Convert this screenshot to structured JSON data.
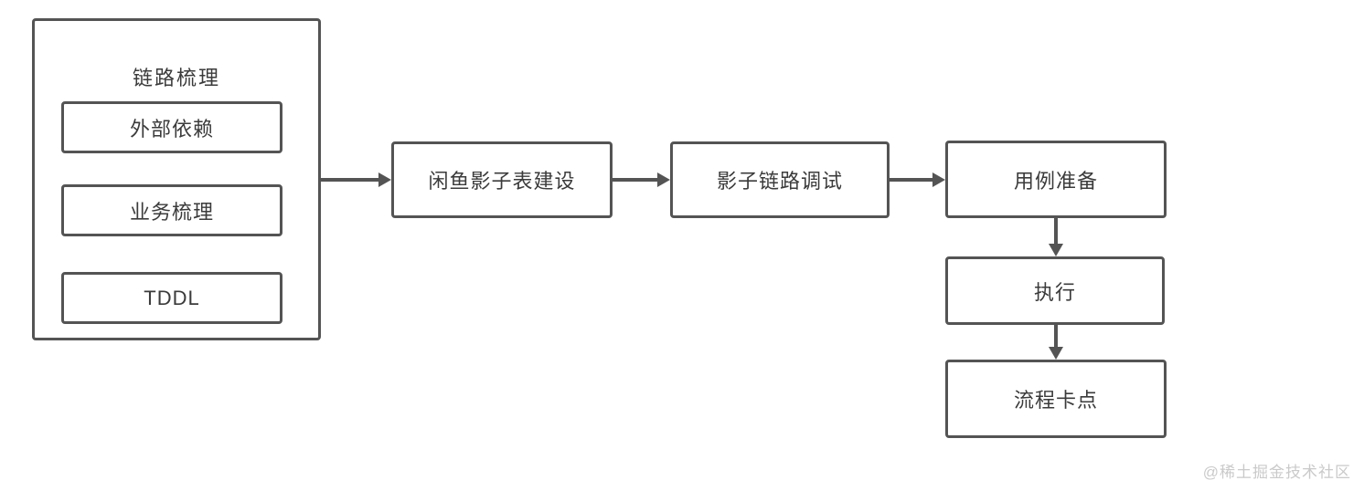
{
  "diagram": {
    "group": {
      "title": "链路梳理",
      "items": [
        {
          "label": "外部依赖"
        },
        {
          "label": "业务梳理"
        },
        {
          "label": "TDDL"
        }
      ]
    },
    "nodes": {
      "shadow_table": "闲鱼影子表建设",
      "shadow_link_debug": "影子链路调试",
      "case_prep": "用例准备",
      "execute": "执行",
      "checkpoint": "流程卡点"
    },
    "colors": {
      "border": "#545454",
      "text": "#3b3b3b",
      "watermark": "#cacaca",
      "background": "#ffffff"
    }
  },
  "watermark": "@稀土掘金技术社区"
}
